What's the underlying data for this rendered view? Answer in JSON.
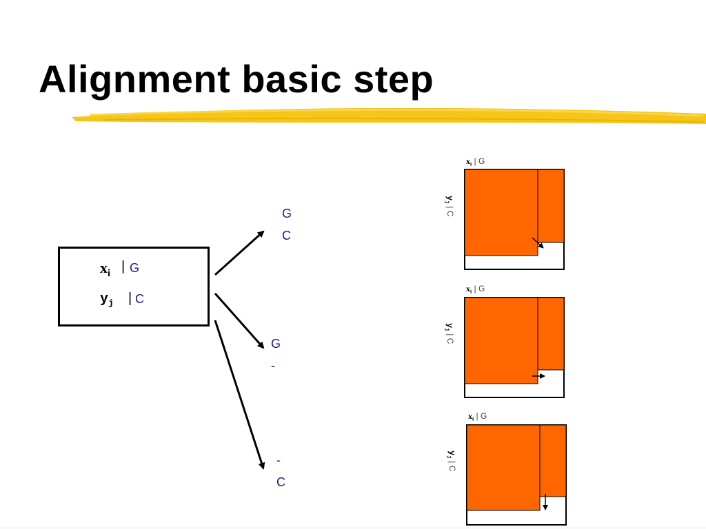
{
  "slide": {
    "title": "Alignment basic step"
  },
  "state": {
    "x_var": "x",
    "x_sub": "i",
    "x_value": "G",
    "y_var": "y",
    "y_sub": "j",
    "y_value": "C",
    "separator": "|"
  },
  "outcomes": [
    {
      "top": "G",
      "bottom": "C"
    },
    {
      "top": "G",
      "bottom": "-"
    },
    {
      "top": "-",
      "bottom": "C"
    }
  ],
  "matrices": [
    {
      "x_label": "x",
      "x_sub": "i",
      "x_value": "G",
      "y_label": "y",
      "y_sub": "j",
      "y_value": "C",
      "move": "diagonal"
    },
    {
      "x_label": "x",
      "x_sub": "i",
      "x_value": "G",
      "y_label": "y",
      "y_sub": "j",
      "y_value": "C",
      "move": "right"
    },
    {
      "x_label": "x",
      "x_sub": "i",
      "x_value": "G",
      "y_label": "y",
      "y_sub": "j",
      "y_value": "C",
      "move": "down"
    }
  ],
  "colors": {
    "fill": "#ff6600",
    "highlight": "#f5c518",
    "text_blue": "#1a1a8c"
  }
}
